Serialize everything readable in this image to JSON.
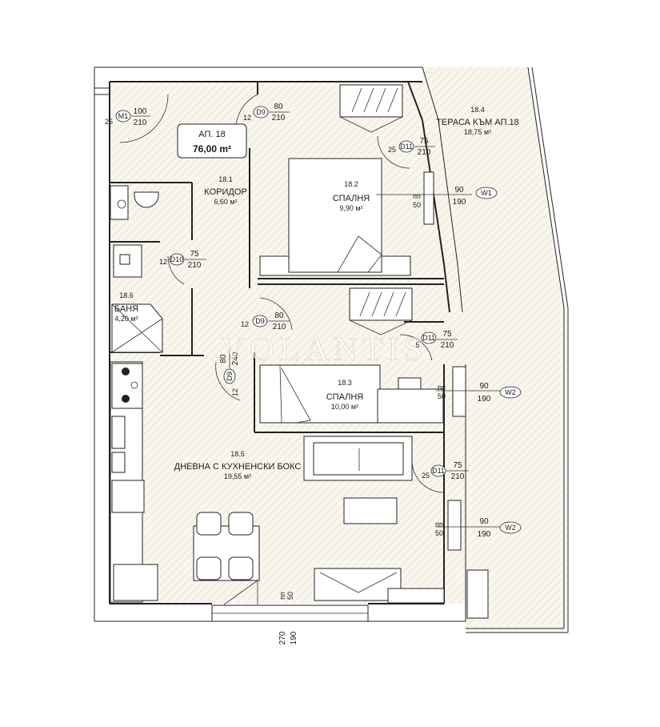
{
  "apartment": {
    "name": "АП. 18",
    "area": "76,00 m²"
  },
  "rooms": [
    {
      "id": "18.1",
      "name": "КОРИДОР",
      "area": "6,60 м²"
    },
    {
      "id": "18.2",
      "name": "СПАЛНЯ",
      "area": "9,90 м²"
    },
    {
      "id": "18.3",
      "name": "СПАЛНЯ",
      "area": "10,00 м²"
    },
    {
      "id": "18.4",
      "name": "ТЕРАСА КЪМ АП.18",
      "area": "18,75 м²"
    },
    {
      "id": "18.5",
      "name": "ДНЕВНА С КУХНЕНСКИ БОКС",
      "area": "19,55 м²"
    },
    {
      "id": "18.6",
      "name": "БАНЯ",
      "area": "4,20 м²"
    }
  ],
  "doors": [
    {
      "tag": "M1",
      "width": "100",
      "height": "210",
      "side": "25"
    },
    {
      "tag": "D9",
      "width": "80",
      "height": "210",
      "side": "12"
    },
    {
      "tag": "D11",
      "width": "75",
      "height": "210",
      "side": "25"
    },
    {
      "tag": "D10",
      "width": "75",
      "height": "210",
      "side": "12"
    },
    {
      "tag": "D9",
      "width": "80",
      "height": "210",
      "side": "12"
    },
    {
      "tag": "D11",
      "width": "75",
      "height": "210",
      "side": "5"
    },
    {
      "tag": "D9",
      "width": "80",
      "height": "240",
      "side": "12"
    },
    {
      "tag": "D11",
      "width": "75",
      "height": "210",
      "side": "25"
    }
  ],
  "windows": [
    {
      "tag": "W1",
      "width": "90",
      "height": "190",
      "sill_label": "пп",
      "sill": "50"
    },
    {
      "tag": "W2",
      "width": "90",
      "height": "190",
      "sill_label": "пп",
      "sill": "50"
    },
    {
      "tag": "W2",
      "width": "90",
      "height": "190",
      "sill_label": "пп",
      "sill": "50"
    }
  ],
  "balcony_door": {
    "sill_label": "пп",
    "sill": "50",
    "width": "270",
    "height": "190"
  },
  "watermark": "VOLANTIS",
  "colors": {
    "hatch": "#c9bfa3",
    "fill": "#f7f3ea",
    "wall": "#222222"
  }
}
